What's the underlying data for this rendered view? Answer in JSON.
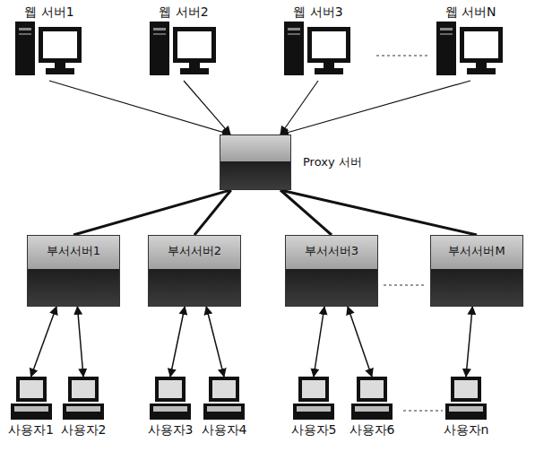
{
  "diagram": {
    "nodes": [
      {
        "text": [
          "웹 서버1"
        ]
      },
      {
        "text": [
          "웹 서버2"
        ]
      },
      {
        "text": [
          "웹 서버3"
        ]
      },
      {
        "text": [
          "웹 서버N"
        ]
      },
      {
        "text": [
          "Proxy 서버"
        ]
      },
      {
        "text": [
          "부서서버1"
        ]
      },
      {
        "text": [
          "부서서버2"
        ]
      },
      {
        "text": [
          "부서서버3"
        ]
      },
      {
        "text": [
          "부서서버M"
        ]
      },
      {
        "text": [
          "사용자1"
        ]
      },
      {
        "text": [
          "사용자2"
        ]
      },
      {
        "text": [
          "사용자3"
        ]
      },
      {
        "text": [
          "사용자4"
        ]
      },
      {
        "text": [
          "사용자5"
        ]
      },
      {
        "text": [
          "사용자6"
        ]
      },
      {
        "text": [
          "사용자n"
        ]
      }
    ],
    "edges": [
      {
        "from": 0,
        "to": 4,
        "arrow": "to"
      },
      {
        "from": 1,
        "to": 4,
        "arrow": "to"
      },
      {
        "from": 2,
        "to": 4,
        "arrow": "to"
      },
      {
        "from": 3,
        "to": 4,
        "arrow": "to"
      },
      {
        "from": 4,
        "to": 5,
        "arrow": "none"
      },
      {
        "from": 4,
        "to": 6,
        "arrow": "none"
      },
      {
        "from": 4,
        "to": 7,
        "arrow": "none"
      },
      {
        "from": 4,
        "to": 8,
        "arrow": "none"
      },
      {
        "from": 5,
        "to": 9,
        "arrow": "both"
      },
      {
        "from": 5,
        "to": 10,
        "arrow": "both"
      },
      {
        "from": 6,
        "to": 11,
        "arrow": "both"
      },
      {
        "from": 6,
        "to": 12,
        "arrow": "both"
      },
      {
        "from": 7,
        "to": 13,
        "arrow": "both"
      },
      {
        "from": 7,
        "to": 14,
        "arrow": "both"
      },
      {
        "from": 8,
        "to": 15,
        "arrow": "both"
      }
    ]
  }
}
